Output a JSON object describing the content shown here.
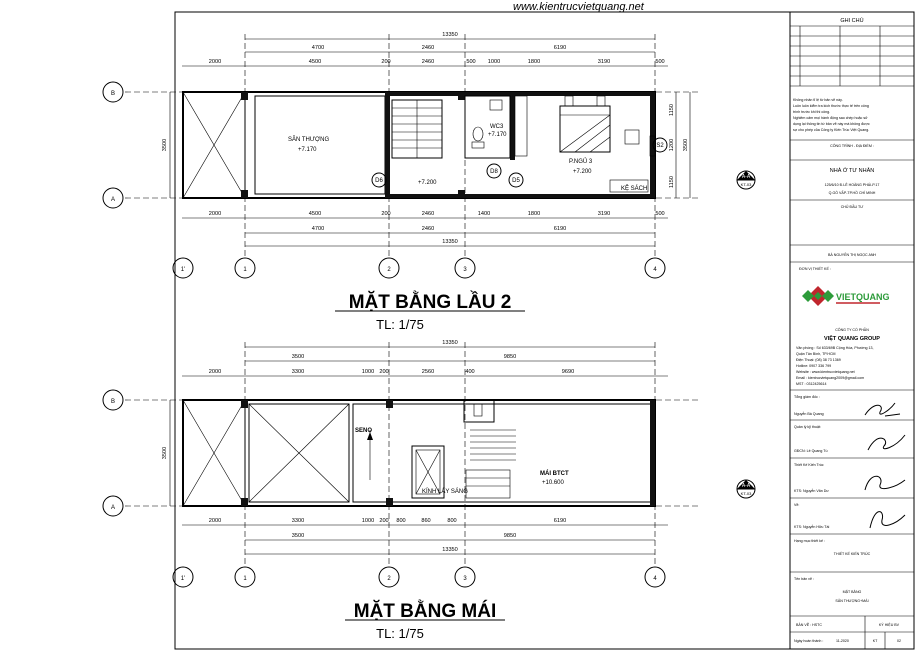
{
  "website": "www.kientrucvietquang.net",
  "plan1": {
    "title": "MẶT BẰNG LẦU 2",
    "scale": "TL: 1/75",
    "dims_top_total": "13350",
    "dims_top_mid": [
      "4700",
      "2460",
      "6190"
    ],
    "dims_top_detail": [
      "2000",
      "4500",
      "200",
      "2460",
      "500",
      "1000",
      "1800",
      "3190",
      "500"
    ],
    "dims_bottom_detail": [
      "2000",
      "4500",
      "200",
      "2460",
      "1400",
      "1800",
      "3190",
      "500"
    ],
    "dims_bottom_mid": [
      "4700",
      "2460",
      "6190"
    ],
    "dims_bottom_total": "13350",
    "dims_left": [
      "3500"
    ],
    "dims_right": [
      "1150",
      "1200",
      "1150",
      "3500"
    ],
    "rooms": {
      "san_thuong": "SÂN THƯỢNG",
      "san_thuong_level": "+7.170",
      "wc": "WC3",
      "wc_level": "+7.170",
      "p_ngu": "P.NGỦ 3",
      "p_ngu_level": "+7.200",
      "stair_level": "+7.200",
      "ke_sach": "KỆ SÁCH"
    },
    "doors": [
      "D6",
      "D8",
      "D5",
      "S2"
    ],
    "section": "A-A",
    "section_sheet": "KT-03"
  },
  "plan2": {
    "title": "MẶT BẰNG MÁI",
    "scale": "TL: 1/75",
    "dims_top_total": "13350",
    "dims_top_mid": [
      "3500",
      "9850"
    ],
    "dims_top_detail": [
      "2000",
      "3300",
      "1000",
      "200",
      "2560",
      "400",
      "9690"
    ],
    "dims_bottom_detail": [
      "2000",
      "3300",
      "1000",
      "200",
      "800",
      "860",
      "800",
      "6190"
    ],
    "dims_bottom_mid": [
      "3500",
      "9850"
    ],
    "dims_bottom_total": "13350",
    "dims_left": [
      "3500"
    ],
    "labels": {
      "seno": "SENO",
      "mai_btct": "MÁI BTCT",
      "mai_level": "+10.600",
      "kinh": "KÍNH LẤY SÁNG"
    },
    "section": "A-A",
    "section_sheet": "KT-03"
  },
  "axes_rows": [
    "B",
    "A"
  ],
  "axes_cols": [
    "1'",
    "1",
    "2",
    "3",
    "4"
  ],
  "title_block": {
    "ghi_chu": "GHI CHÚ",
    "notes": [
      "Không nhân tỉ lệ từ bản vẽ này.",
      "Luôn luôn kiểm tra kích thước thực tế trên công",
      "trình trước khi thi công.",
      "Nghiêm cấm mọi hành động sao chép hoặc sử",
      "dụng lại thông tin từ bản vẽ này mà không được",
      "sự cho phép của Công ty Kiến Trúc Việt Quang."
    ],
    "cong_trinh_label": "CÔNG TRÌNH - ĐỊA ĐIỂM :",
    "cong_trinh": "NHÀ Ở TƯ NHÂN",
    "address1": "125/6/10 Đ.LÊ HOÀNG PHÁI-P.17",
    "address2": "Q.GÒ VẤP-TP.HỒ CHÍ MINH",
    "chu_dau_tu_label": "CHỦ ĐẦU TƯ",
    "chu_dau_tu": "BÀ NGUYỄN THỊ NGỌC ANH",
    "don_vi_label": "ĐƠN VỊ THIẾT KẾ :",
    "logo_text": "VIETQUANG",
    "company1": "CÔNG TY CỔ PHẦN",
    "company2": "VIỆT QUANG GROUP",
    "contact": [
      "Văn phòng : Số 633/69B Cộng Hòa, Phường 13,",
      "Quận Tân Bình, TP.HCM",
      "Điện Thoại: (08) 38 73 1369",
      "Hotline: 0907 336 799",
      "Website : www.kientrucvietquang.net",
      "Email : kientrucvietquang2009@gmail.com",
      "MST : 0312425614"
    ],
    "tong_giam_doc_label": "Tổng giám đốc :",
    "tong_giam_doc": "Nguyễn Bá Quang",
    "quan_ly_label": "Quản lý kỹ thuật:",
    "gdcn": "GĐCN: Lê Quang Tú",
    "thiet_ke_label": "Thiết Kế Kiến Trúc",
    "kts1": "KTS: Nguyễn Văn Dư",
    "ve_label": "Vẽ:",
    "kts2": "KTS: Nguyễn Hữu Tài",
    "hang_muc_label": "Hạng mục thiết kế :",
    "hang_muc": "THIẾT KẾ KIẾN TRÚC",
    "ten_ban_ve_label": "Tên bản vẽ :",
    "ten_ban_ve1": "MẶT BẰNG",
    "ten_ban_ve2": "SÂN THƯỢNG+MÁI",
    "ban_ve_label": "BẢN VẼ : HSTC",
    "ky_hieu_label": "KÝ HIỆU BV",
    "ngay_label": "Ngày hoàn thành :",
    "ngay": "11-2020",
    "kt": "KT",
    "so": "02"
  }
}
